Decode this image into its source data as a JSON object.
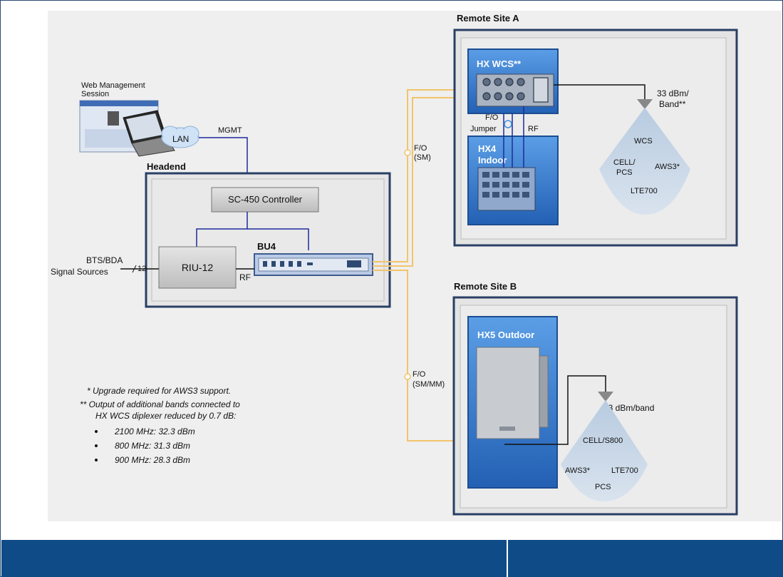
{
  "web_session": {
    "line1": "Web Management",
    "line2": "Session",
    "lan_label": "LAN"
  },
  "mgmt_label": "MGMT",
  "headend": {
    "title": "Headend",
    "controller": "SC-450 Controller",
    "riu": "RIU-12",
    "bu4": "BU4",
    "rf_label": "RF",
    "bts_line1": "BTS/BDA",
    "bts_line2": "Signal Sources",
    "count": "12"
  },
  "fiber_a": {
    "line1": "F/O",
    "line2": "(SM)"
  },
  "fiber_b": {
    "line1": "F/O",
    "line2": "(SM/MM)"
  },
  "site_a": {
    "title": "Remote Site A",
    "hxwcs": "HX WCS**",
    "jumper_line1": "F/O",
    "jumper_line2": "Jumper",
    "rf_label": "RF",
    "hx4_line1": "HX4",
    "hx4_line2": "Indoor",
    "power_line1": "33 dBm/",
    "power_line2": "Band**",
    "coverage": {
      "wcs": "WCS",
      "cell_line1": "CELL/",
      "cell_line2": "PCS",
      "aws3": "AWS3*",
      "lte": "LTE700"
    }
  },
  "site_b": {
    "title": "Remote Site B",
    "hx5": "HX5 Outdoor",
    "power": "33 dBm/band",
    "coverage": {
      "cell": "CELL/S800",
      "aws3": "AWS3*",
      "lte": "LTE700",
      "pcs": "PCS"
    }
  },
  "notes": {
    "note1": "* Upgrade required for AWS3 support.",
    "note2_line1": "** Output of additional bands connected to",
    "note2_line2": "HX WCS diplexer reduced by 0.7 dB:",
    "bullets": [
      "2100 MHz: 32.3 dBm",
      "800 MHz: 31.3 dBm",
      "900 MHz: 28.3 dBm"
    ]
  },
  "colors": {
    "footer": "#0f4c87",
    "fiber": "#f2c46b",
    "mgmt_line": "#1e2a9c",
    "device_blue": "#2f6fc4"
  }
}
